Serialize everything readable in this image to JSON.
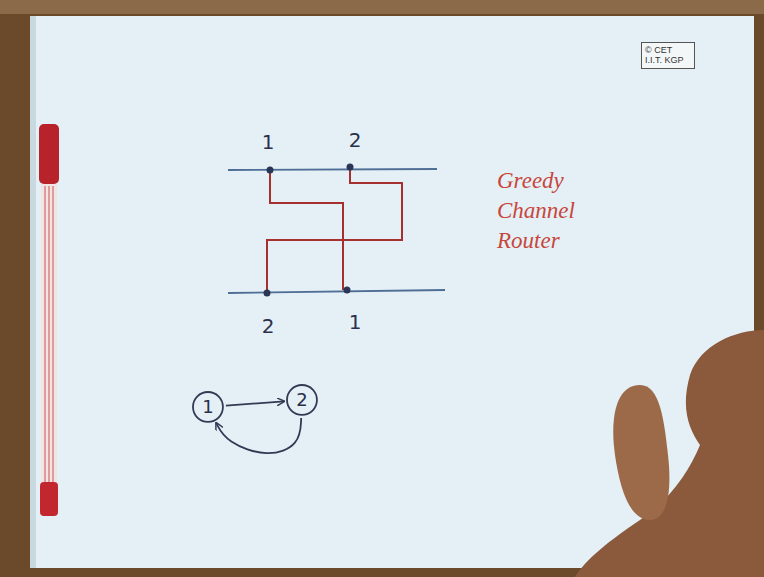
{
  "diagram": {
    "nodes": [
      {
        "text": [
          "1"
        ]
      },
      {
        "text": [
          "2"
        ]
      }
    ],
    "edges": [
      {
        "from": 0,
        "to": 1,
        "arrow": "to"
      },
      {
        "from": 1,
        "to": 0,
        "arrow": "to"
      }
    ],
    "labels": [
      "© CET I.I.T. KGP",
      "1",
      "2",
      "2",
      "1",
      "Greedy Channel Router"
    ]
  }
}
